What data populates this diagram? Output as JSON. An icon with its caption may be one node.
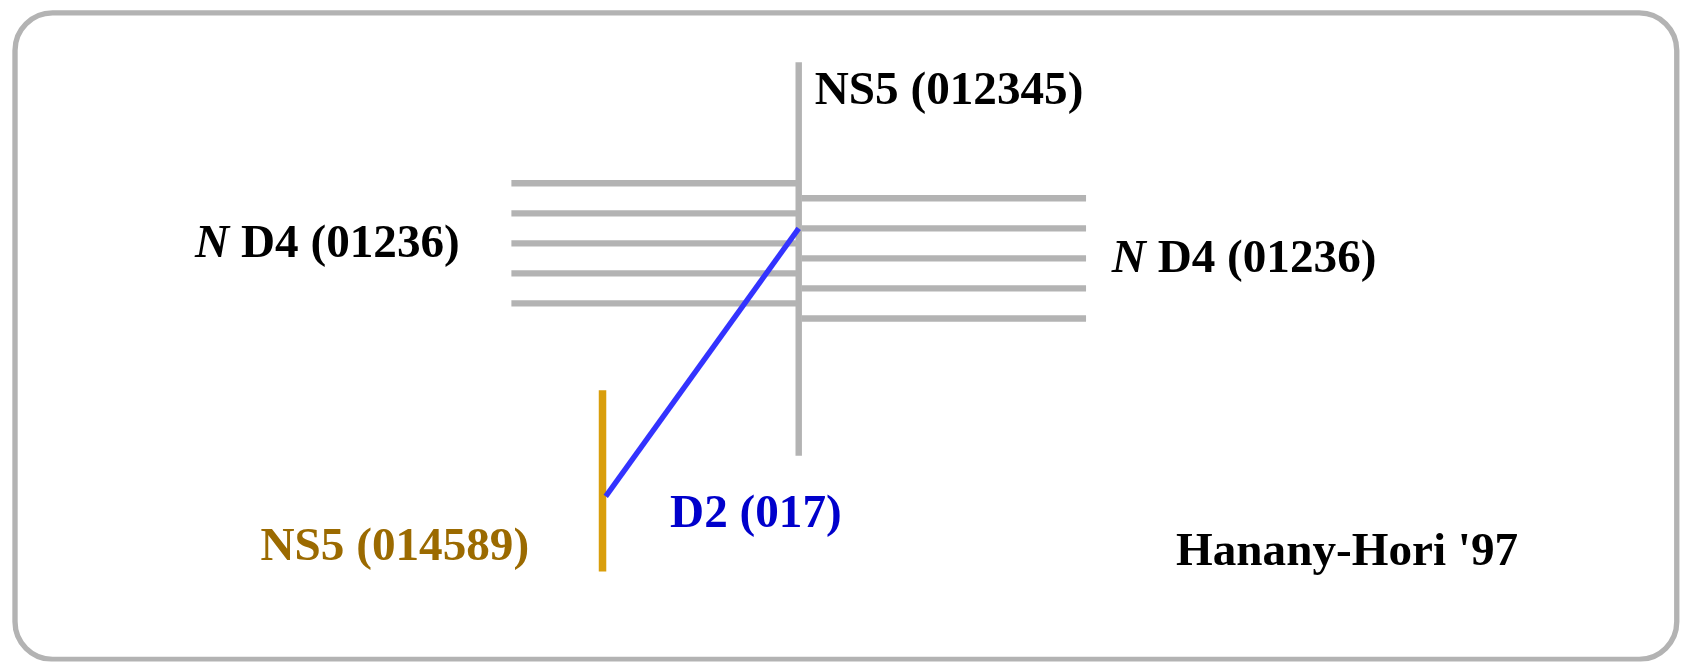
{
  "diagram": {
    "labels": [
      "NS5 (012345)",
      "*N* D4 (01236)",
      "*N* D4 (01236)",
      "D2 (017)",
      "NS5 (014589)",
      "Hanany-Hori '97"
    ]
  }
}
